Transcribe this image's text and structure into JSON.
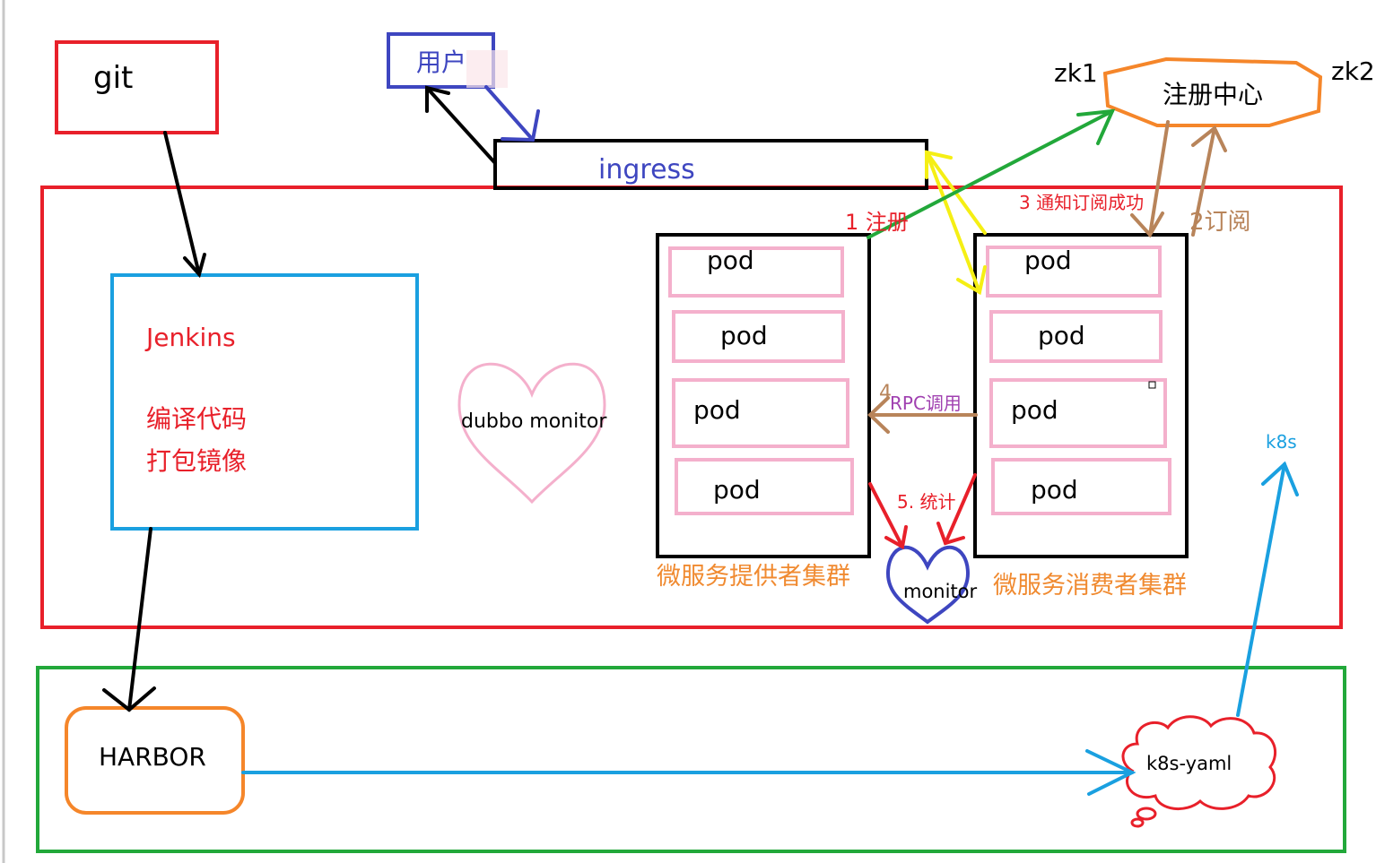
{
  "source_box": {
    "label": "git"
  },
  "user_box": {
    "label": "用户"
  },
  "ingress": {
    "label": "ingress"
  },
  "registry": {
    "label": "注册中心",
    "node1": "zk1",
    "node2": "zk2"
  },
  "jenkins": {
    "title": "Jenkins",
    "step1": "编译代码",
    "step2": "打包镜像"
  },
  "dubbo_monitor": {
    "label": "dubbo monitor"
  },
  "provider_cluster": {
    "label": "微服务提供者集群",
    "pods": [
      "pod",
      "pod",
      "pod",
      "pod"
    ]
  },
  "consumer_cluster": {
    "label": "微服务消费者集群",
    "pods": [
      "pod",
      "pod",
      "pod",
      "pod"
    ]
  },
  "flows": {
    "register": "1 注册",
    "subscribe": "2订阅",
    "notify": "3 通知订阅成功",
    "rpc_num": "4",
    "rpc": "RPC调用",
    "stats": "5. 统计"
  },
  "monitor": {
    "label": "monitor"
  },
  "harbor": {
    "label": "HARBOR"
  },
  "k8s_yaml": {
    "label": "k8s-yaml"
  },
  "k8s": {
    "label": "k8s"
  },
  "colors": {
    "red": "#e8202a",
    "blue_frame": "#1aa0e0",
    "green": "#22a83a",
    "orange": "#f5862a",
    "pink": "#f4b0cc",
    "indigo": "#3e46c0",
    "yellow": "#f5ef14",
    "brown": "#b8845a",
    "purple": "#a040b0",
    "cyan": "#1aa0e0",
    "text_orange": "#f08a30"
  }
}
